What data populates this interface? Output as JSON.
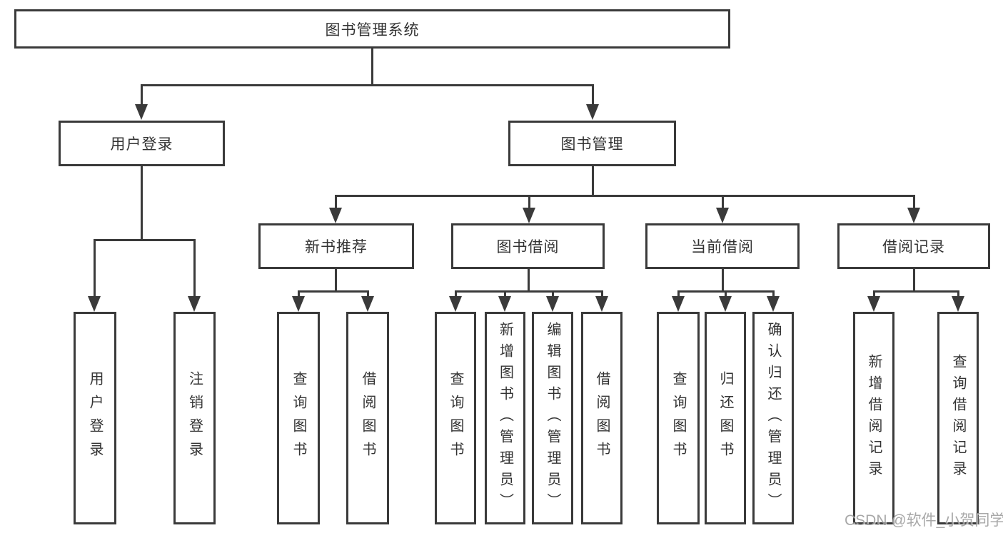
{
  "colors": {
    "line": "#3a3a3a",
    "text": "#333333",
    "watermark": "#9a9a9a",
    "background": "#ffffff"
  },
  "diagram": {
    "root": {
      "label": "图书管理系统"
    },
    "branches": [
      {
        "label": "用户登录",
        "children": [
          {
            "label": "用户登录"
          },
          {
            "label": "注销登录"
          }
        ]
      },
      {
        "label": "图书管理",
        "sections": [
          {
            "label": "新书推荐",
            "children": [
              {
                "label": "查询图书"
              },
              {
                "label": "借阅图书"
              }
            ]
          },
          {
            "label": "图书借阅",
            "children": [
              {
                "label": "查询图书"
              },
              {
                "label": "新增图书（管理员）"
              },
              {
                "label": "编辑图书（管理员）"
              },
              {
                "label": "借阅图书"
              }
            ]
          },
          {
            "label": "当前借阅",
            "children": [
              {
                "label": "查询图书"
              },
              {
                "label": "归还图书"
              },
              {
                "label": "确认归还（管理员）"
              }
            ]
          },
          {
            "label": "借阅记录",
            "children": [
              {
                "label": "新增借阅记录"
              },
              {
                "label": "查询借阅记录"
              }
            ]
          }
        ]
      }
    ]
  },
  "watermark": {
    "text": "CSDN @软件_小贺同学"
  }
}
